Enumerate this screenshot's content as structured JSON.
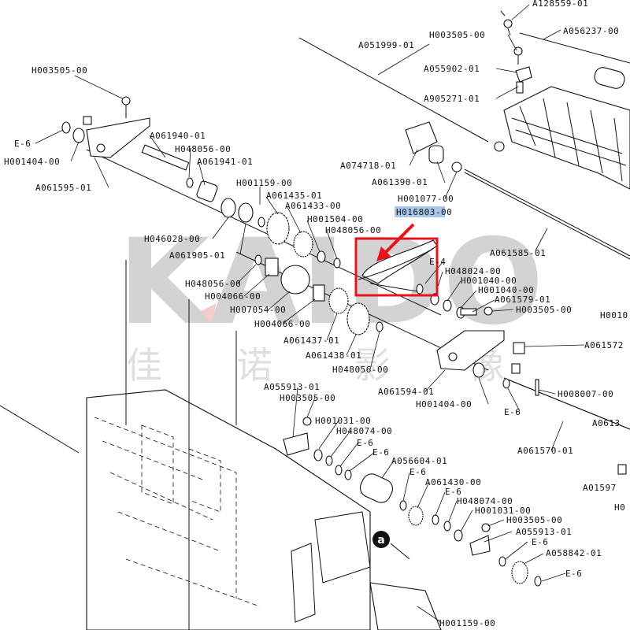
{
  "labels": {
    "A128559_01": "A128559-01",
    "H003505_00_top": "H003505-00",
    "A056237_00": "A056237-00",
    "A051999_01": "A051999-01",
    "A055902_01": "A055902-01",
    "A905271_01": "A905271-01",
    "H003505_00_left": "H003505-00",
    "E6_left": "E-6",
    "H001404_00_left": "H001404-00",
    "A061940_01": "A061940-01",
    "H048056_00_a": "H048056-00",
    "A061941_01": "A061941-01",
    "A061595_01": "A061595-01",
    "A074718_01": "A074718-01",
    "A061390_01": "A061390-01",
    "H001077_00": "H001077-00",
    "H016803_00": "H016803",
    "H016803_suffix": "-00",
    "H001159_00": "H001159-00",
    "A061435_01": "A061435-01",
    "A061433_00": "A061433-00",
    "H001504_00": "H001504-00",
    "H048056_00_b": "H048056-00",
    "H046028_00": "H046028-00",
    "A061905_01": "A061905-01",
    "A061585_01": "A061585-01",
    "E4": "E-4",
    "H048024_00": "H048024-00",
    "H001040_00_a": "H001040-00",
    "H001040_00_b": "H001040-00",
    "A061579_01": "A061579-01",
    "H003505_00_right": "H003505-00",
    "H048056_00_c": "H048056-00",
    "H004066_00_a": "H004066-00",
    "H007054_00": "H007054-00",
    "H004066_00_b": "H004066-00",
    "A061437_01": "A061437-01",
    "A061438_01": "A061438-01",
    "H048056_00_d": "H048056-00",
    "H0010_clip": "H0010",
    "A06157_clip": "A061572",
    "A061594_01": "A061594-01",
    "H008007_00": "H008007-00",
    "H001404_00_mid": "H001404-00",
    "E6_mid": "E-6",
    "A0613_clip": "A0613",
    "A055913_01_a": "A055913-01",
    "H003505_00_mid": "H003505-00",
    "H001031_00_a": "H001031-00",
    "H048074_00_a": "H048074-00",
    "E6_a": "E-6",
    "E6_b": "E-6",
    "A056604_01": "A056604-01",
    "A061570_01": "A061570-01",
    "E6_c": "E-6",
    "A061430_00": "A061430-00",
    "E6_d": "E-6",
    "A01597_clip": "A01597",
    "H00_clip": "H0",
    "H048074_00_b": "H048074-00",
    "H001031_00_b": "H001031-00",
    "H003505_00_low": "H003505-00",
    "A055913_01_b": "A055913-01",
    "E6_e": "E-6",
    "A058842_01": "A058842-01",
    "E6_f": "E-6",
    "H001159_00_low": "H001159-00",
    "callout_a": "a"
  },
  "watermark": {
    "latin": "KAIDO",
    "cjk": [
      "佳",
      "诺",
      "影",
      "像"
    ]
  },
  "colors": {
    "highlight": "#a9c7ec",
    "callout_box": "#e8141b",
    "arrow": "#e8141b",
    "line": "#111111",
    "watermark_red": "#f4c6c6"
  }
}
